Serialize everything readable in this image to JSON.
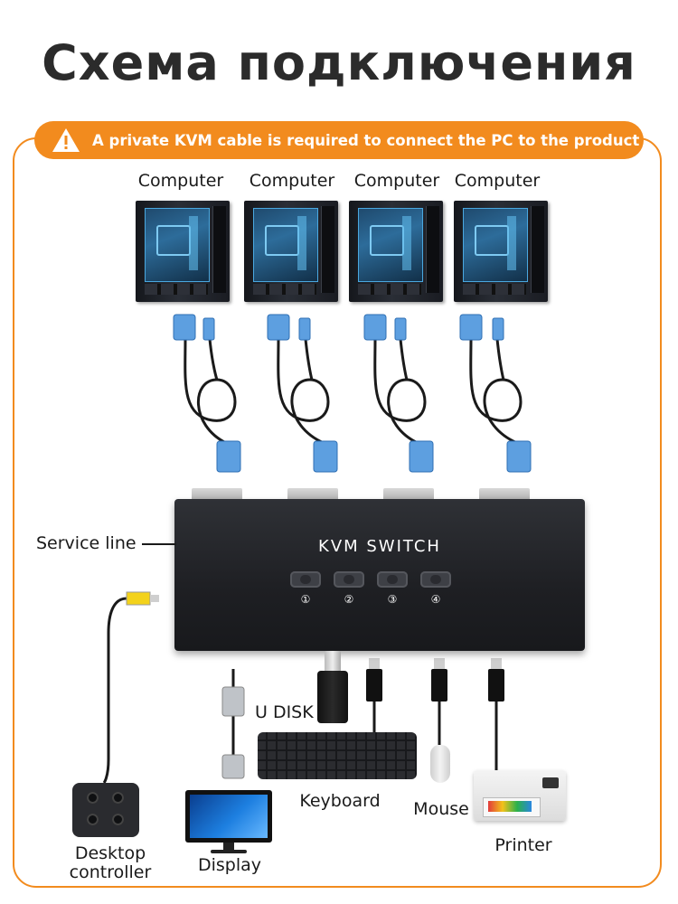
{
  "title": "Схема подключения",
  "banner": {
    "text": "A private KVM cable is required to connect the PC to the product",
    "icon": "warning-icon",
    "color": "#f28b1e"
  },
  "computers": [
    "Computer",
    "Computer",
    "Computer",
    "Computer"
  ],
  "kvm": {
    "label": "KVM SWITCH",
    "buttons": [
      "①",
      "②",
      "③",
      "④"
    ]
  },
  "labels": {
    "service_line": "Service line",
    "u_disk": "U DISK",
    "keyboard": "Keyboard",
    "mouse": "Mouse",
    "printer": "Printer",
    "display": "Display",
    "desktop_controller": "Desktop\ncontroller"
  },
  "colors": {
    "accent": "#f28b1e",
    "cable_blue": "#4a90d9",
    "device_dark": "#1e1f23"
  }
}
